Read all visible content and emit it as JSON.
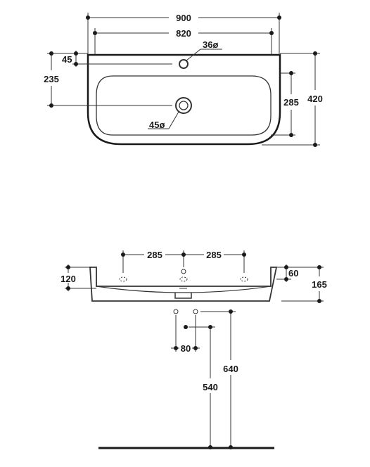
{
  "top_view": {
    "dims": {
      "overall_width": "900",
      "inner_width": "820",
      "tap_hole_diameter": "36ø",
      "tap_hole_offset": "45",
      "drain_offset": "235",
      "basin_depth": "285",
      "overall_depth": "420",
      "drain_diameter": "45ø"
    }
  },
  "front_view": {
    "dims": {
      "left_spacing": "285",
      "right_spacing": "285",
      "rim_height": "120",
      "bowl_height": "60",
      "overall_height": "165",
      "fixing_spacing": "80",
      "height_to_fixing": "640",
      "height_to_drain": "540"
    }
  }
}
